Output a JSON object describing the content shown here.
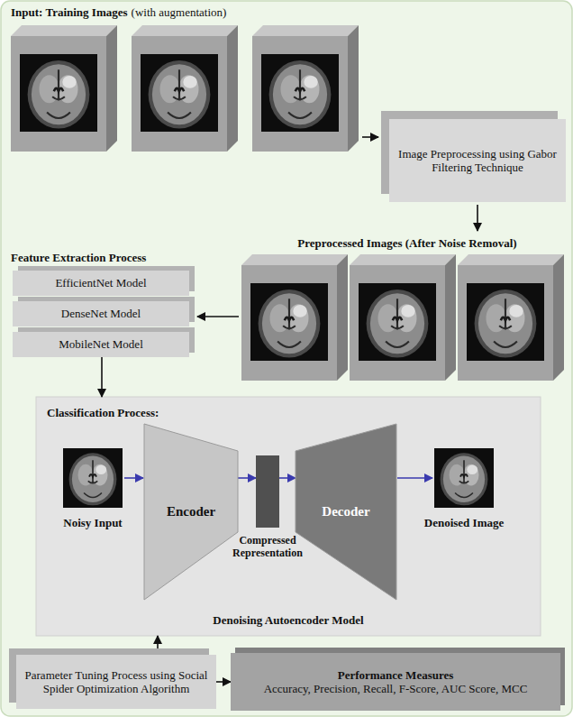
{
  "diagram": {
    "nodes": [
      {
        "text": [
          "Image Preprocessing using Gabor Filtering Technique"
        ]
      },
      {
        "text": [
          "EfficientNet Model"
        ]
      },
      {
        "text": [
          "DenseNet Model"
        ]
      },
      {
        "text": [
          "MobileNet Model"
        ]
      },
      {
        "text": [
          "Classification Process:",
          "Denoising Autoencoder Model"
        ]
      },
      {
        "text": [
          "Encoder"
        ],
        "in": 4
      },
      {
        "text": [
          "Compressed Representation"
        ],
        "in": 4
      },
      {
        "text": [
          "Decoder"
        ],
        "in": 4
      },
      {
        "text": [
          "Parameter Tuning Process using Social Spider Optimization Algorithm"
        ]
      },
      {
        "text": [
          "Performance Measures",
          "Accuracy, Precision, Recall, F-Score, AUC Score, MCC"
        ]
      }
    ],
    "edges": [
      {
        "from": 3,
        "to": 4,
        "arrow": "to"
      },
      {
        "from": 5,
        "to": 6,
        "arrow": "to"
      },
      {
        "from": 6,
        "to": 7,
        "arrow": "to"
      },
      {
        "from": 8,
        "to": 4,
        "arrow": "to"
      },
      {
        "from": 8,
        "to": 9,
        "arrow": "to"
      }
    ],
    "labels": [
      "Input: Training Images",
      "(with augmentation)",
      "Preprocessed Images (After Noise Removal)",
      "Feature Extraction Process",
      "Noisy Input",
      "Denoised Image"
    ]
  }
}
